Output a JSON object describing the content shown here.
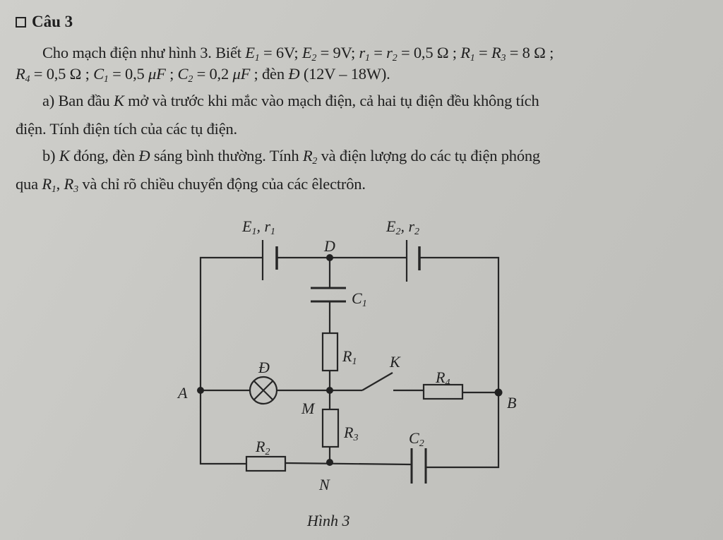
{
  "heading": {
    "icon": "checkbox-square-icon",
    "label": "Câu 3"
  },
  "lines": [
    [
      {
        "t": "Cho mạch điện như hình 3. Biết "
      },
      {
        "t": "E",
        "i": 1,
        "s": "1"
      },
      {
        "t": " = 6V; "
      },
      {
        "t": "E",
        "i": 1,
        "s": "2"
      },
      {
        "t": " = 9V; "
      },
      {
        "t": "r",
        "i": 1,
        "s": "1"
      },
      {
        "t": " = "
      },
      {
        "t": "r",
        "i": 1,
        "s": "2"
      },
      {
        "t": " = 0,5 Ω ; "
      },
      {
        "t": "R",
        "i": 1,
        "s": "1"
      },
      {
        "t": " = "
      },
      {
        "t": "R",
        "i": 1,
        "s": "3"
      },
      {
        "t": " = 8 Ω ;"
      }
    ],
    [
      {
        "t": "R",
        "i": 1,
        "s": "4"
      },
      {
        "t": " = 0,5 Ω ; "
      },
      {
        "t": "C",
        "i": 1,
        "s": "1"
      },
      {
        "t": " = 0,5 "
      },
      {
        "t": "μF",
        "i": 1
      },
      {
        "t": " ; "
      },
      {
        "t": "C",
        "i": 1,
        "s": "2"
      },
      {
        "t": " = 0,2 "
      },
      {
        "t": "μF",
        "i": 1
      },
      {
        "t": " ; đèn "
      },
      {
        "t": "Đ",
        "i": 1
      },
      {
        "t": " (12V – 18W)."
      }
    ],
    [
      {
        "t": "a) Ban đầu "
      },
      {
        "t": "K",
        "i": 1
      },
      {
        "t": " mở và trước khi mắc vào mạch điện, cả hai tụ điện đều không tích"
      }
    ],
    [
      {
        "t": "điện. Tính điện tích của các tụ điện."
      }
    ],
    [
      {
        "t": "b) "
      },
      {
        "t": "K",
        "i": 1
      },
      {
        "t": " đóng, đèn "
      },
      {
        "t": "Đ",
        "i": 1
      },
      {
        "t": " sáng bình thường. Tính "
      },
      {
        "t": "R",
        "i": 1,
        "s": "2"
      },
      {
        "t": " và điện lượng do các tụ điện phóng"
      }
    ],
    [
      {
        "t": "qua "
      },
      {
        "t": "R",
        "i": 1,
        "s": "1"
      },
      {
        "t": ", "
      },
      {
        "t": "R",
        "i": 1,
        "s": "3"
      },
      {
        "t": " và chỉ rõ chiều chuyển động của các êlectrôn."
      }
    ]
  ],
  "circuit": {
    "E1": {
      "main": "E",
      "sub": "1",
      "main2": ", r",
      "sub2": "1"
    },
    "E2": {
      "main": "E",
      "sub": "2",
      "main2": ", r",
      "sub2": "2"
    },
    "C1": {
      "main": "C",
      "sub": "1"
    },
    "C2": {
      "main": "C",
      "sub": "2"
    },
    "R1": {
      "main": "R",
      "sub": "1"
    },
    "R2": {
      "main": "R",
      "sub": "2"
    },
    "R3": {
      "main": "R",
      "sub": "3"
    },
    "R4": {
      "main": "R",
      "sub": "4"
    },
    "node_D": "D",
    "node_A": "A",
    "node_B": "B",
    "node_M": "M",
    "node_N": "N",
    "switch_K": "K",
    "lamp": "Đ",
    "caption": "Hình 3"
  }
}
